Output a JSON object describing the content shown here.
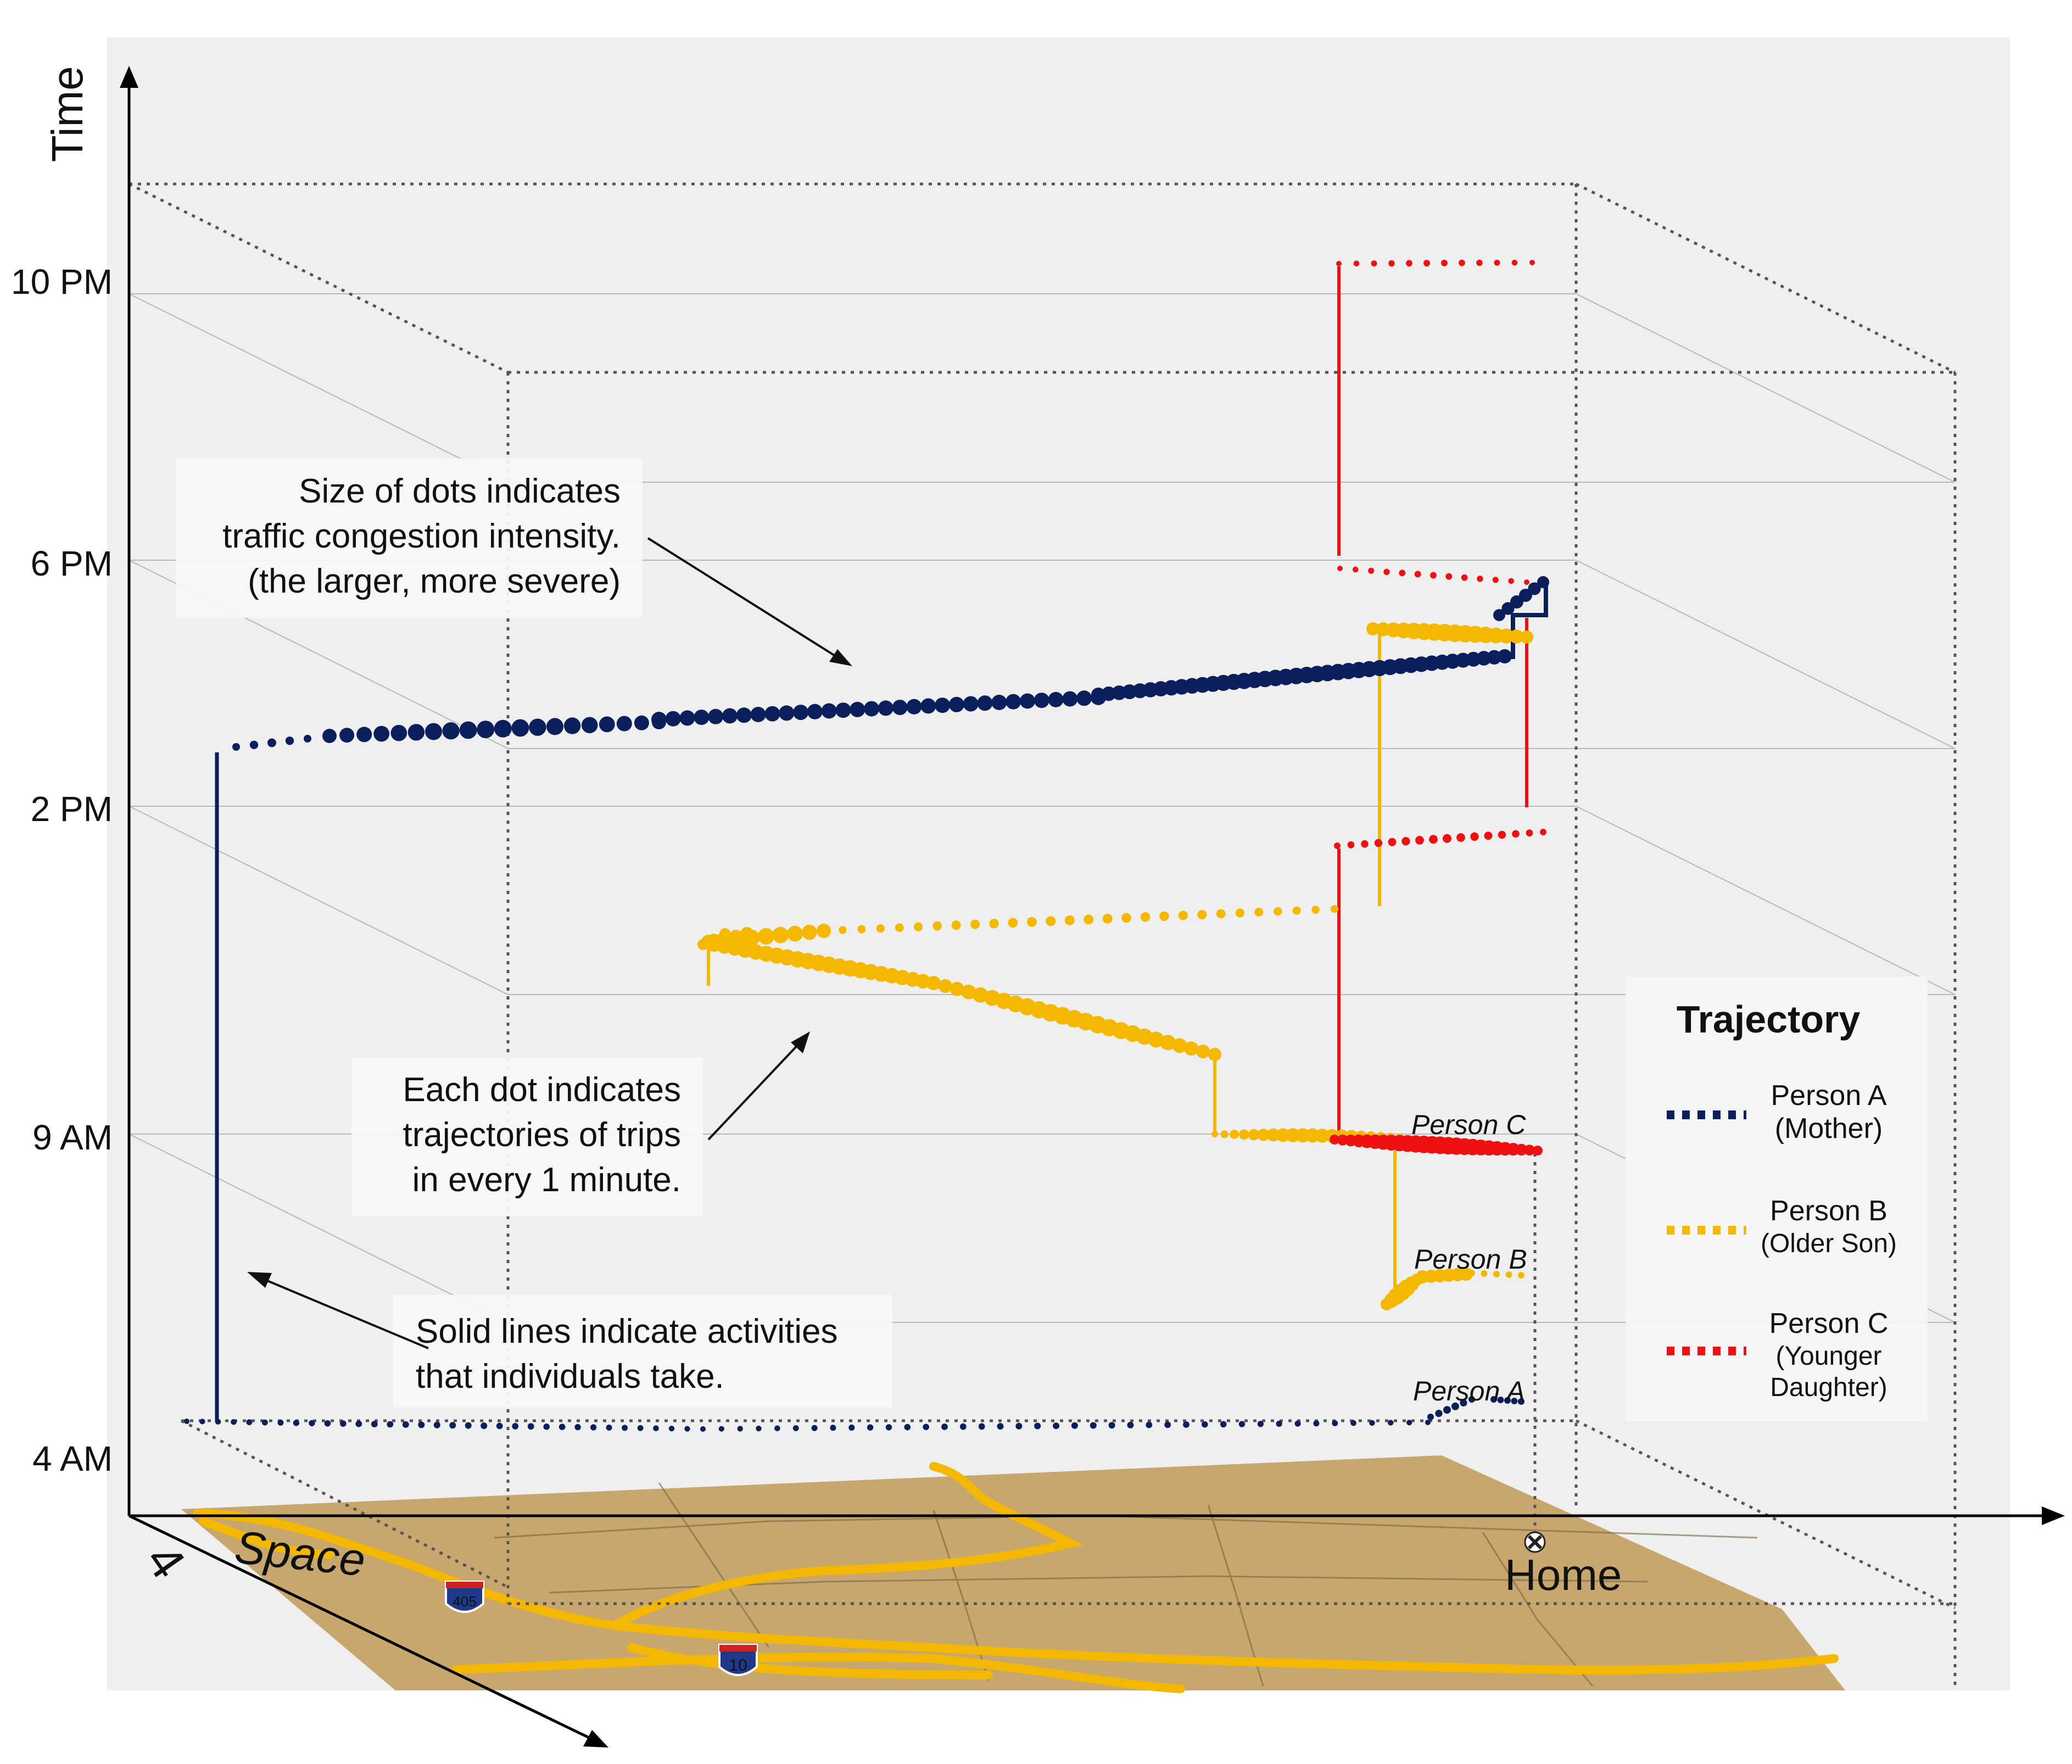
{
  "axes": {
    "time_label": "Time",
    "space_label": "Space",
    "time_ticks": [
      "10 PM",
      "6 PM",
      "2 PM",
      "9 AM",
      "4 AM"
    ]
  },
  "map": {
    "home_label": "Home",
    "highway_shields": [
      "405",
      "10"
    ],
    "north_symbol": "4"
  },
  "annotations": {
    "dot_size": [
      "Size of dots indicates",
      "traffic congestion intensity.",
      "(the larger, more severe)"
    ],
    "each_dot": [
      "Each dot indicates",
      "trajectories of trips",
      "in every 1 minute."
    ],
    "solid_lines": [
      "Solid lines indicate activities",
      "that individuals take."
    ]
  },
  "person_labels": {
    "a": "Person A",
    "b": "Person B",
    "c": "Person C"
  },
  "legend": {
    "title": "Trajectory",
    "items": [
      {
        "name": "Person A",
        "sub": "(Mother)",
        "color": "#0b1f5c"
      },
      {
        "name": "Person B",
        "sub": "(Older Son)",
        "color": "#f5b800"
      },
      {
        "name": "Person C",
        "sub": "(Younger",
        "sub2": "Daughter)",
        "color": "#ee1111"
      }
    ]
  },
  "colors": {
    "person_a": "#0b1f5c",
    "person_b": "#f5b800",
    "person_c": "#ee1111",
    "map_fill": "#c8a76e",
    "panel_bg": "#efefef"
  }
}
